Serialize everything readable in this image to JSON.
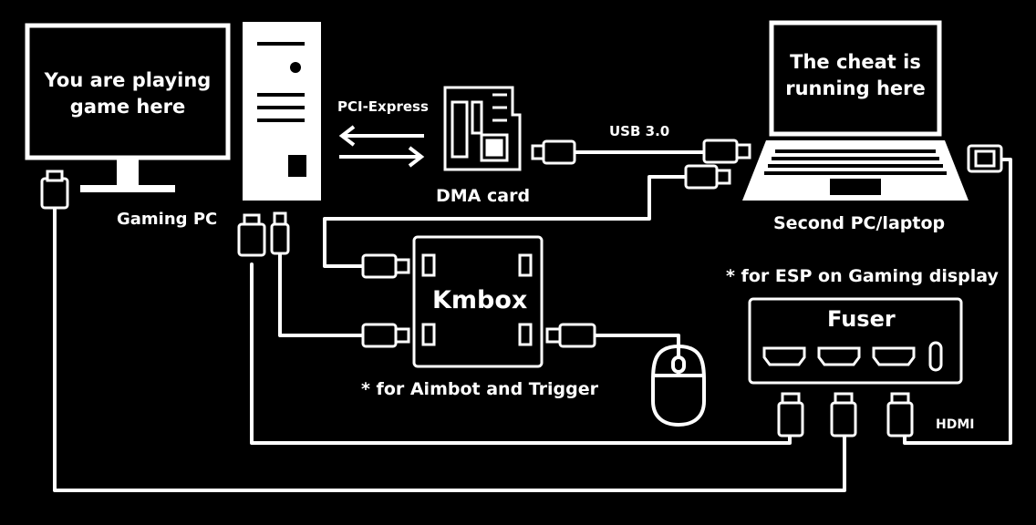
{
  "colors": {
    "background": "#000000",
    "stroke": "#ffffff"
  },
  "monitor": {
    "screen_text_line1": "You are playing",
    "screen_text_line2": "game here",
    "label": "Gaming PC"
  },
  "pci_label": "PCI-Express",
  "dma_label": "DMA card",
  "usb_label": "USB 3.0",
  "laptop": {
    "screen_text_line1": "The cheat is",
    "screen_text_line2": "running here",
    "label": "Second PC/laptop"
  },
  "kmbox": {
    "label": "Kmbox",
    "note": "* for Aimbot and Trigger"
  },
  "fuser": {
    "label": "Fuser",
    "note": "* for ESP on Gaming display"
  },
  "hdmi_label": "HDMI",
  "icons": [
    "monitor-icon",
    "pc-tower-icon",
    "dma-card-icon",
    "laptop-icon",
    "kmbox-icon",
    "fuser-icon",
    "mouse-icon",
    "usb-plug-icon",
    "hdmi-plug-icon"
  ]
}
